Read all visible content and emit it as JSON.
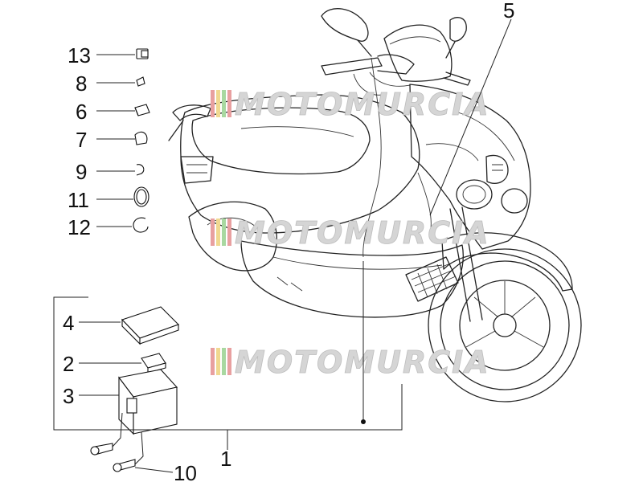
{
  "watermark": {
    "text": "MOTOMURCIA",
    "stripe_colors": [
      "#e8a0a0",
      "#f0d890",
      "#a8d8a0"
    ]
  },
  "callouts": {
    "c13": "13",
    "c8": "8",
    "c6": "6",
    "c7": "7",
    "c9": "9",
    "c11": "11",
    "c12": "12",
    "c5": "5",
    "c4": "4",
    "c2": "2",
    "c3": "3",
    "c1": "1",
    "c10": "10"
  }
}
